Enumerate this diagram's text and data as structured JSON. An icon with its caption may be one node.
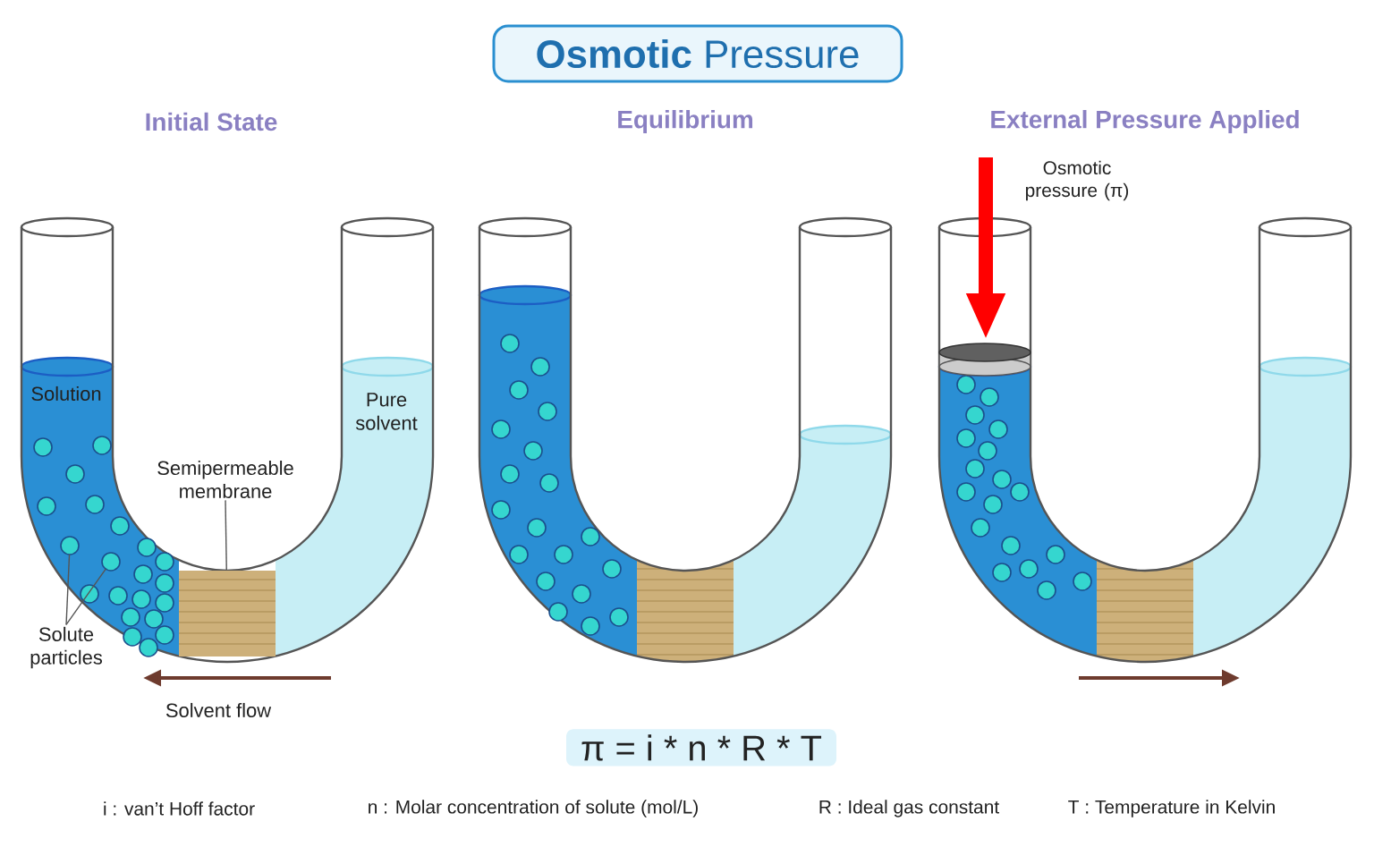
{
  "diagram": {
    "title": "**Osmotic** Pressure",
    "nodes": [
      {
        "text": [
          "Semipermeable membrane"
        ]
      },
      {
        "text": [],
        "shape": "box"
      },
      {
        "text": [
          "Solute particles"
        ]
      }
    ],
    "edges": [
      {
        "from": 0,
        "to": 1,
        "arrow": "none"
      },
      {
        "from": 2,
        "to": null,
        "arrow": "none"
      },
      {
        "from": 2,
        "to": null,
        "arrow": "none"
      }
    ],
    "labels": [
      "Initial State",
      "Equilibrium",
      "External Pressure Applied",
      "Osmotic pressure (π)",
      "Solution",
      "Pure solvent",
      "Solvent flow",
      "π = i * n * R * T",
      "i : van’t Hoff factor",
      "n : Molar concentration of solute (mol/L)",
      "R : Ideal gas constant",
      "T : Temperature in Kelvin"
    ]
  }
}
